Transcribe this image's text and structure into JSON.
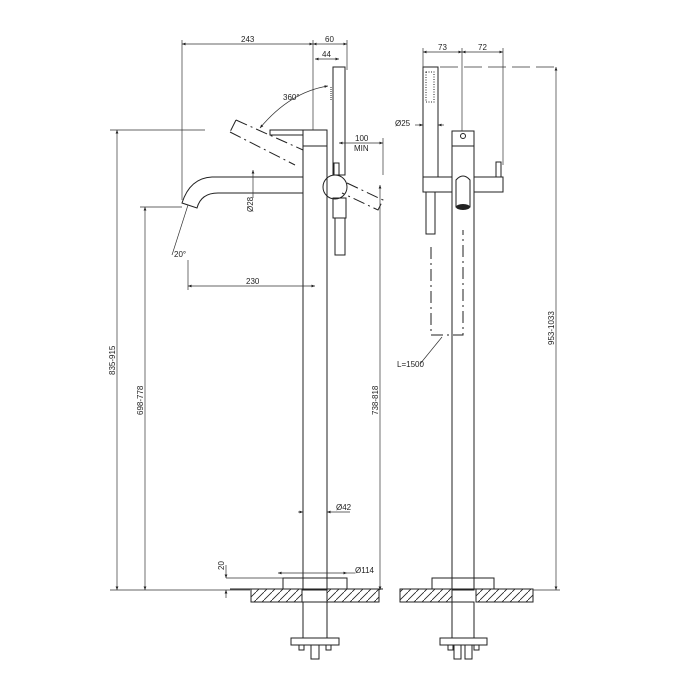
{
  "side_view": {
    "dim_width_total": "243",
    "dim_handset_offset": "60",
    "dim_handset_center": "44",
    "dim_rotation": "360°",
    "dim_clearance": "100",
    "dim_clearance_note": "MIN",
    "dim_spout_diameter": "Ø28",
    "dim_spout_angle": "20°",
    "dim_spout_reach": "230",
    "dim_height_total": "835-915",
    "dim_height_spout": "698-778",
    "dim_height_diverter": "738-818",
    "dim_column_diameter": "Ø42",
    "dim_base_height": "20",
    "dim_base_diameter": "Ø114"
  },
  "front_view": {
    "dim_left": "73",
    "dim_right": "72",
    "dim_handset_diameter": "Ø25",
    "dim_hose_length": "L=1500",
    "dim_height_total": "953-1033"
  }
}
